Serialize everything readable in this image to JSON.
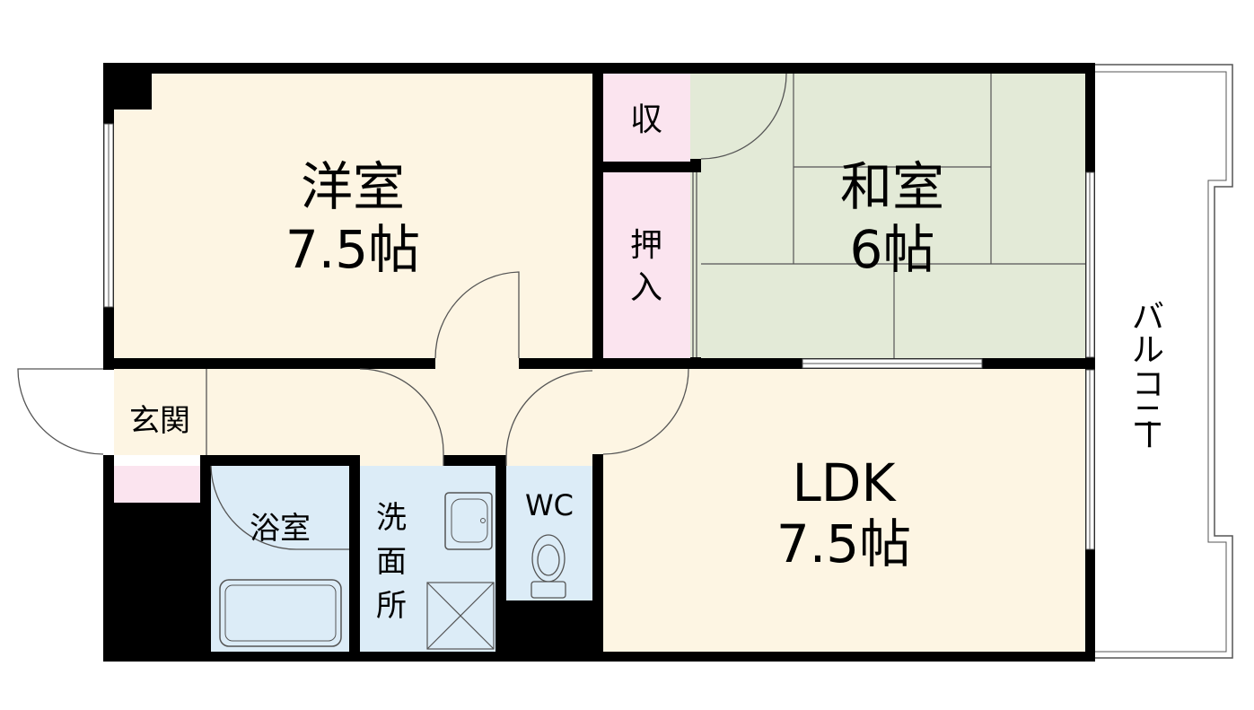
{
  "rooms": {
    "western": {
      "name": "洋室",
      "size": "7.5帖",
      "fill": "#fdf5e3"
    },
    "japanese": {
      "name": "和室",
      "size": "6帖",
      "fill": "#e3ead7"
    },
    "ldk": {
      "name": "LDK",
      "size": "7.5帖",
      "fill": "#fdf5e3"
    },
    "storage": {
      "label": "収",
      "fill": "#fbe4ef"
    },
    "closet": {
      "label_1": "押",
      "label_2": "入",
      "fill": "#fbe4ef"
    },
    "entrance": {
      "label": "玄関",
      "fill": "#fdf5e3"
    },
    "bath": {
      "label": "浴室",
      "fill": "#dcecf7"
    },
    "washroom": {
      "label_1": "洗",
      "label_2": "面",
      "label_3": "所",
      "fill": "#dcecf7"
    },
    "toilet": {
      "label": "WC",
      "fill": "#dcecf7"
    }
  },
  "balcony": {
    "label_1": "バ",
    "label_2": "ル",
    "label_3": "コ",
    "label_4": "ニ",
    "label_5": "ー"
  },
  "colors": {
    "wall": "#000000",
    "line": "#555555",
    "background": "#ffffff"
  }
}
